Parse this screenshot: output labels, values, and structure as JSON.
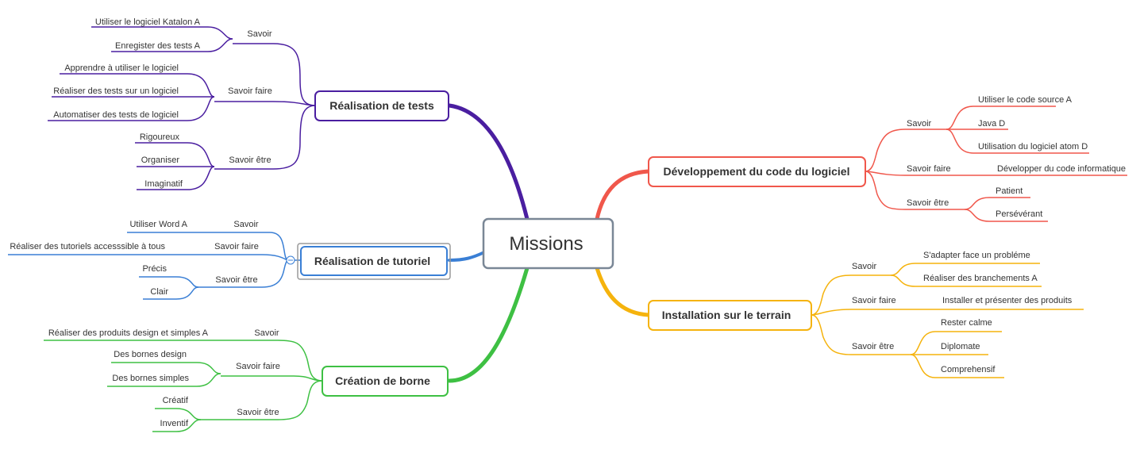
{
  "center": {
    "label": "Missions"
  },
  "colors": {
    "tests": "#4a1ea0",
    "tutoriel": "#3a7fd5",
    "borne": "#3ec043",
    "dev": "#f0574b",
    "terrain": "#f5b30d",
    "center_border": "#7a8796"
  },
  "branches": {
    "tests": {
      "label": "Réalisation de tests",
      "savoir": "Savoir",
      "savoir_faire": "Savoir faire",
      "savoir_etre": "Savoir être",
      "savoir_items": [
        "Utiliser le logiciel Katalon A",
        "Enregister des tests A"
      ],
      "savoir_faire_items": [
        "Apprendre à utiliser le logiciel",
        "Réaliser des tests sur un logiciel",
        "Automatiser des tests de logiciel"
      ],
      "savoir_etre_items": [
        "Rigoureux",
        "Organiser",
        "Imaginatif"
      ]
    },
    "tutoriel": {
      "label": "Réalisation de tutoriel",
      "savoir": "Savoir",
      "savoir_faire": "Savoir faire",
      "savoir_etre": "Savoir être",
      "savoir_items": [
        "Utiliser Word A"
      ],
      "savoir_faire_items": [
        "Réaliser des tutoriels accesssible à tous"
      ],
      "savoir_etre_items": [
        "Précis",
        "Clair"
      ]
    },
    "borne": {
      "label": "Création de borne",
      "savoir": "Savoir",
      "savoir_faire": "Savoir faire",
      "savoir_etre": "Savoir être",
      "savoir_items": [
        "Réaliser des produits design et simples A"
      ],
      "savoir_faire_items": [
        "Des bornes design",
        "Des bornes simples"
      ],
      "savoir_etre_items": [
        "Créatif",
        "Inventif"
      ]
    },
    "dev": {
      "label": "Développement du code du logiciel",
      "savoir": "Savoir",
      "savoir_faire": "Savoir faire",
      "savoir_etre": "Savoir être",
      "savoir_items": [
        "Utiliser le code source A",
        "Java D",
        "Utilisation du logiciel atom D"
      ],
      "savoir_faire_items": [
        "Développer du code informatique"
      ],
      "savoir_etre_items": [
        "Patient",
        "Persévérant"
      ]
    },
    "terrain": {
      "label": "Installation sur le terrain",
      "savoir": "Savoir",
      "savoir_faire": "Savoir faire",
      "savoir_etre": "Savoir être",
      "savoir_items": [
        "S'adapter face un probléme",
        "Réaliser des branchements A"
      ],
      "savoir_faire_items": [
        "Installer et présenter des produits"
      ],
      "savoir_etre_items": [
        "Rester calme",
        "Diplomate",
        "Comprehensif"
      ]
    }
  }
}
